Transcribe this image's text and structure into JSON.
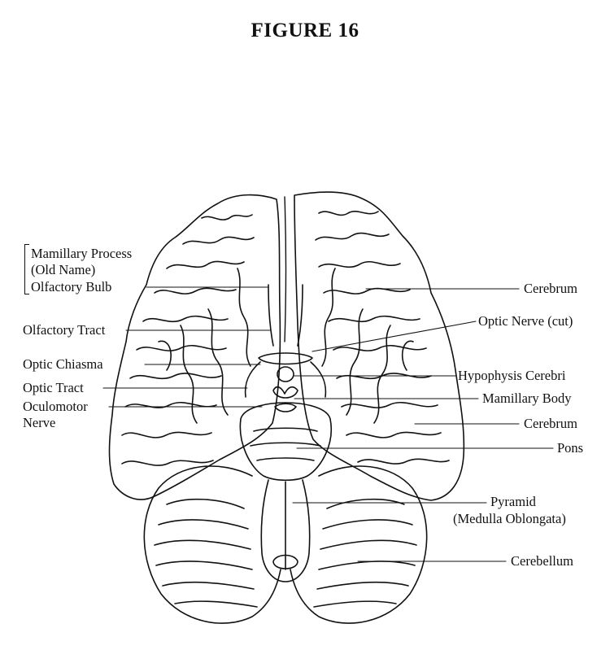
{
  "figure": {
    "title": "FIGURE 16"
  },
  "labels_left": {
    "mamillary_process": "Mamillary Process",
    "old_name": "(Old Name)",
    "olfactory_bulb": "Olfactory Bulb",
    "olfactory_tract": "Olfactory Tract",
    "optic_chiasma": "Optic Chiasma",
    "optic_tract": "Optic Tract",
    "oculomotor_nerve_1": "Oculomotor",
    "oculomotor_nerve_2": "Nerve"
  },
  "labels_right": {
    "cerebrum_top": "Cerebrum",
    "optic_nerve_cut": "Optic Nerve (cut)",
    "hypophysis_cerebri": "Hypophysis Cerebri",
    "mamillary_body": "Mamillary Body",
    "cerebrum_bottom": "Cerebrum",
    "pons": "Pons",
    "pyramid": "Pyramid",
    "medulla_oblongata": "(Medulla Oblongata)",
    "cerebellum": "Cerebellum"
  }
}
